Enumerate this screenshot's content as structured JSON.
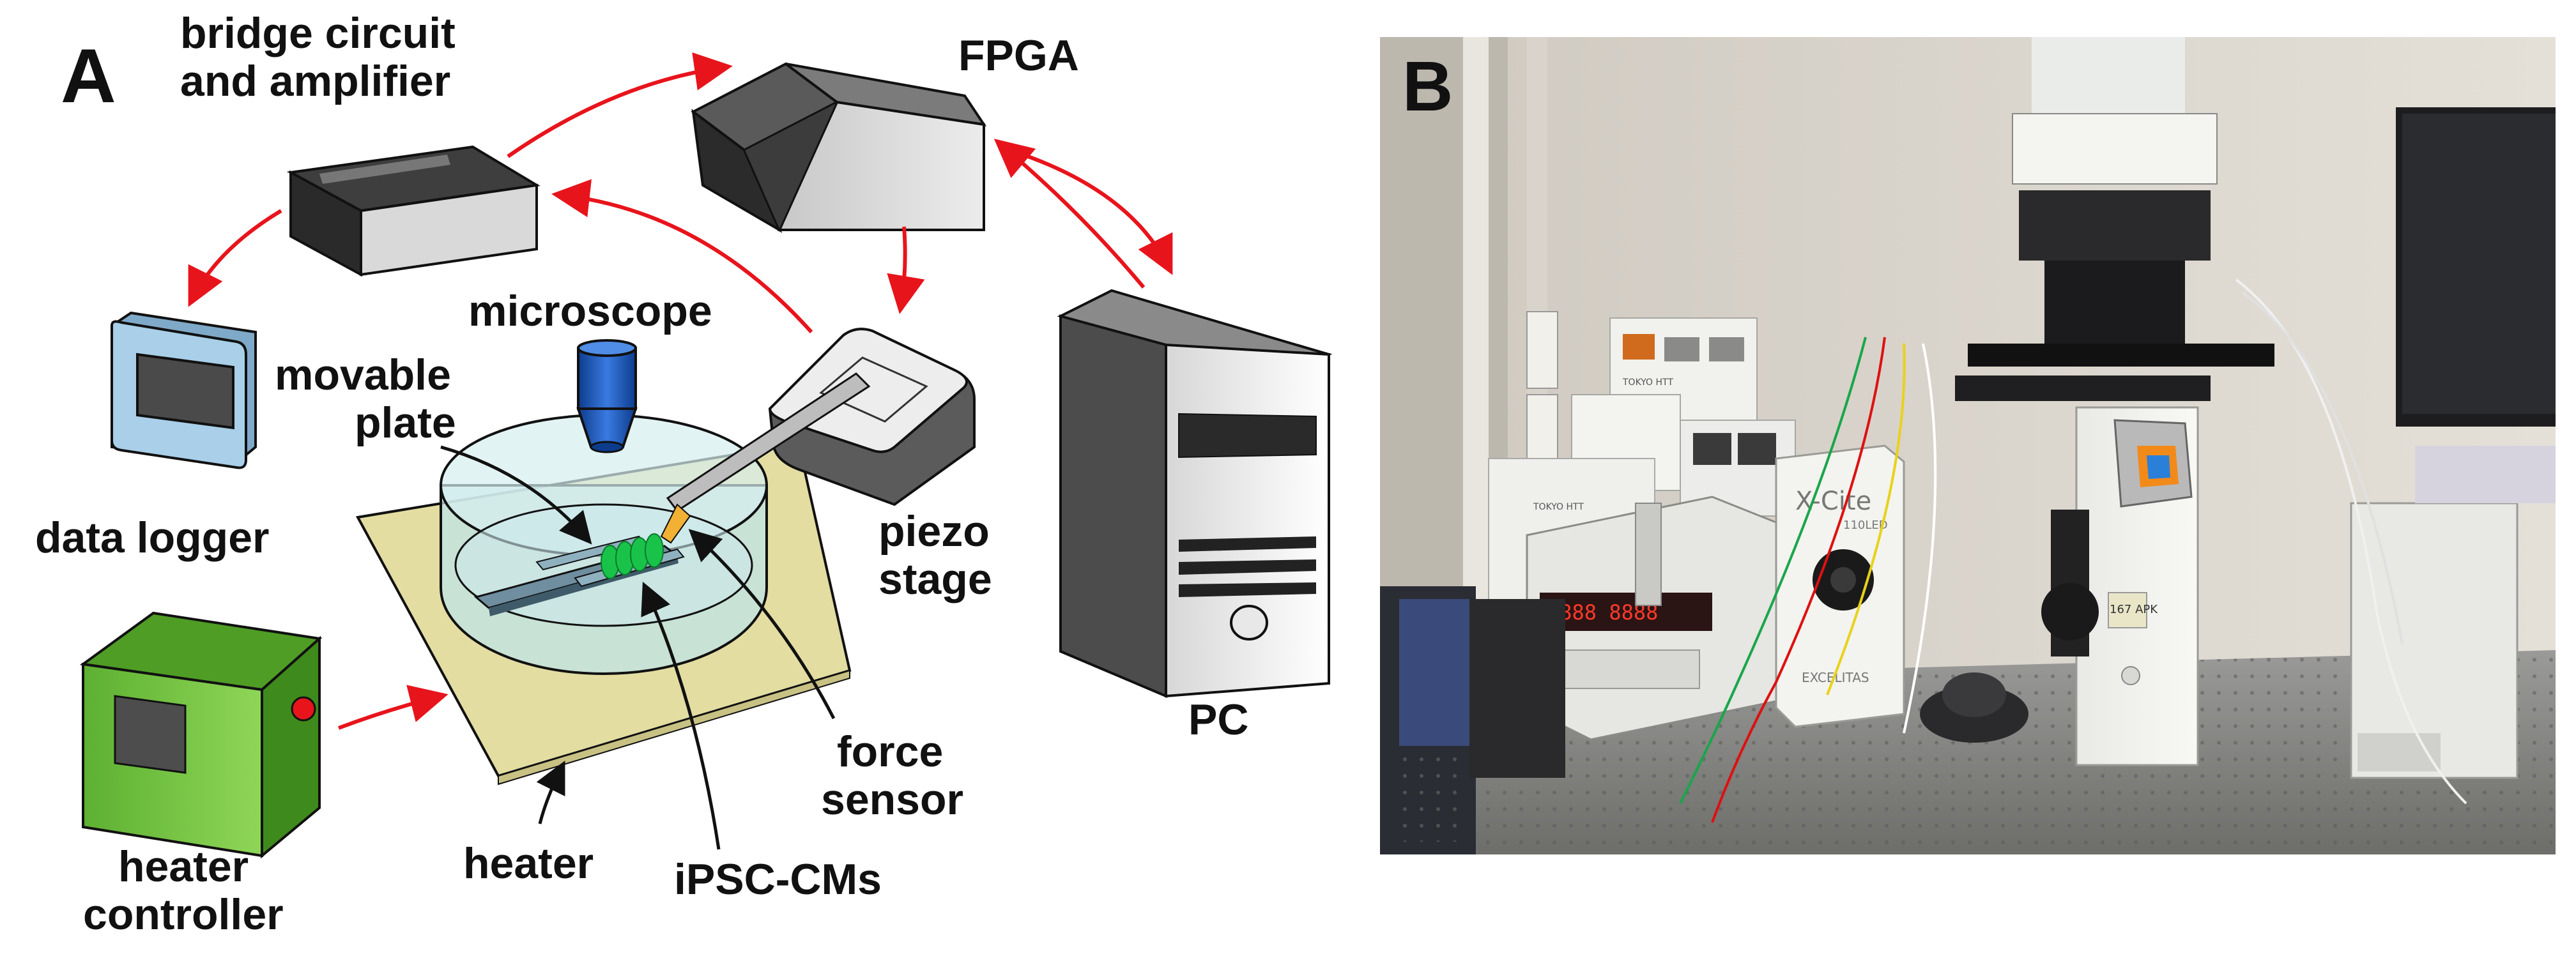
{
  "panel_a": {
    "letter": "A",
    "labels": {
      "bridge_line1": "bridge circuit",
      "bridge_line2": "and amplifier",
      "fpga": "FPGA",
      "microscope": "microscope",
      "movable_line1": "movable",
      "movable_line2": "plate",
      "data_logger": "data logger",
      "piezo_line1": "piezo",
      "piezo_line2": "stage",
      "pc": "PC",
      "force_line1": "force",
      "force_line2": "sensor",
      "heater_ctrl_line1": "heater",
      "heater_ctrl_line2": "controller",
      "heater": "heater",
      "ipsc": "iPSC-CMs"
    }
  },
  "panel_b": {
    "letter": "B",
    "photo_text": {
      "xcite_brand": "X-Cite",
      "xcite_model": "110LED",
      "excelitas": "EXCELITAS",
      "tokyo_label_1": "TOKYO HTT",
      "tokyo_label_2": "TOKYO HTT",
      "note_label": "167 APK",
      "psu_display": "8888 8888"
    }
  },
  "colors": {
    "arrow": "#e8141c",
    "heater_plate": "#e3dda2",
    "dish": "#bfe3e6",
    "logger": "#a9cfe9",
    "controller": "#6cc13a",
    "objective": "#1f57b8",
    "cells": "#19c34a"
  }
}
